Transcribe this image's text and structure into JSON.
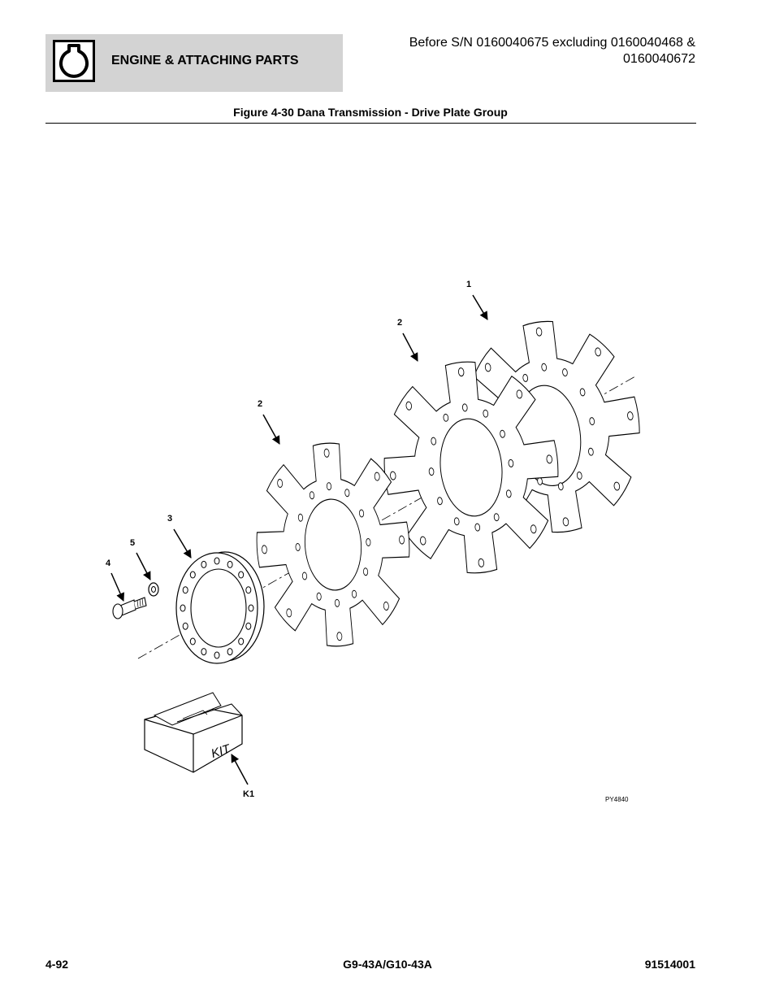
{
  "header": {
    "section_title": "ENGINE & ATTACHING PARTS",
    "icon": "engine-outline-icon",
    "serial_line1": "Before S/N 0160040675 excluding 0160040468 &",
    "serial_line2": "0160040672"
  },
  "figure": {
    "title": "Figure 4-30 Dana Transmission - Drive Plate Group",
    "callouts": {
      "c1": "1",
      "c2a": "2",
      "c2b": "2",
      "c3": "3",
      "c4": "4",
      "c5": "5",
      "k1": "K1"
    },
    "kit_label": "KIT",
    "drawing_id": "PY4840"
  },
  "footer": {
    "page": "4-92",
    "model": "G9-43A/G10-43A",
    "doc_number": "91514001"
  }
}
